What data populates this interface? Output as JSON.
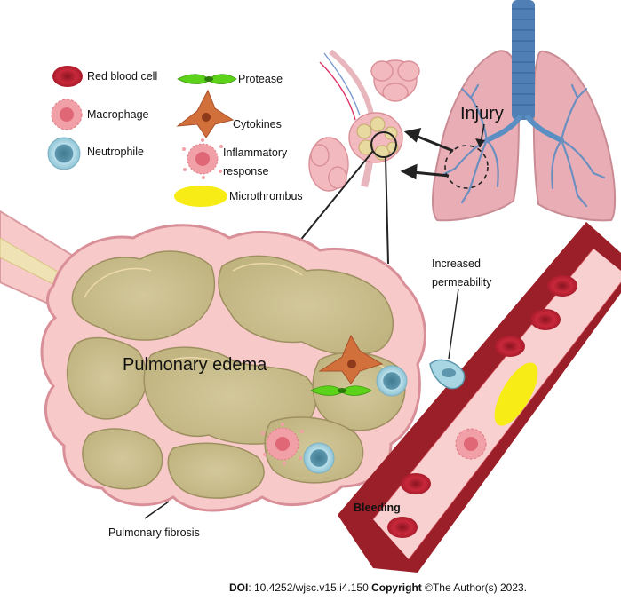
{
  "legend": {
    "red_blood_cell": "Red blood cell",
    "macrophage": "Macrophage",
    "neutrophile": "Neutrophile",
    "protease": "Protease",
    "cytokines": "Cytokines",
    "inflammatory_line1": "Inflammatory",
    "inflammatory_line2": "response",
    "microthrombus": "Microthrombus"
  },
  "labels": {
    "injury": "Injury",
    "pulmonary_edema": "Pulmonary edema",
    "increased_line1": "Increased",
    "increased_line2": "permeability",
    "bleeding": "Bleeding",
    "pulmonary_fibrosis": "Pulmonary fibrosis"
  },
  "footer": {
    "doi_label": "DOI",
    "doi_value": ": 10.4252/wjsc.v15.i4.150 ",
    "copyright_label": "Copyright",
    "copyright_value": " ©The Author(s) 2023."
  },
  "colors": {
    "rbc": "#c8283a",
    "macrophage": "#f2a0a8",
    "neutrophile": "#a8d6e3",
    "protease": "#5cd31a",
    "cytokines": "#d2703c",
    "microthrombus": "#f7ec16",
    "alveolar_fluid": "#c9be8c",
    "tissue": "#f7c9c9",
    "vessel_wall": "#9b1f28",
    "lung": "#e9aeb5",
    "trachea": "#4f7fb4"
  }
}
